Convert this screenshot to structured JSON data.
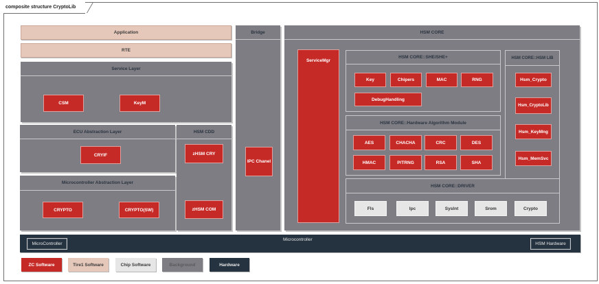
{
  "frame_title": "composite structure CryptoLib",
  "left_stack": {
    "application": "Application",
    "rte": "RTE",
    "service_layer": {
      "title": "Service Layer",
      "modules": [
        "CSM",
        "KeyM"
      ]
    },
    "ecu_abstraction": {
      "title": "ECU Abstraction Layer",
      "modules": [
        "CRYIF"
      ]
    },
    "mcal": {
      "title": "Microcontroller Abstraction Layer",
      "modules": [
        "CRYPTO",
        "CRYPTO(SW)"
      ]
    },
    "hsm_cdd": {
      "title": "HSM CDD",
      "modules": [
        "zHSM CRY",
        "zHSM COM"
      ]
    }
  },
  "bridge": {
    "title": "Bridge",
    "modules": [
      "IPC Chanel"
    ]
  },
  "hsm_core": {
    "title": "HSM CORE",
    "service_mgr": "ServiceMgr",
    "she": {
      "title": "HSM CORE::SHE/SHE+",
      "modules": [
        "Key",
        "Chipers",
        "MAC",
        "RNG",
        "DebugHandling"
      ]
    },
    "ham": {
      "title": "HSM CORE::Hardware Algorithm Module",
      "modules": [
        "AES",
        "CHACHA",
        "CRC",
        "DES",
        "HMAC",
        "P/TRNG",
        "RSA",
        "SHA"
      ]
    },
    "hsm_lib": {
      "title": "HSM CORE::HSM LIB",
      "modules": [
        "Hsm_Crypto",
        "Hsm_CryptoLib",
        "Hsm_KeyMng",
        "Hsm_MemSvc"
      ]
    },
    "driver": {
      "title": "HSM CORE::DRIVER",
      "modules": [
        "Fls",
        "Ipc",
        "SysInt",
        "Srom",
        "Crypto"
      ]
    }
  },
  "hardware_bar": {
    "label": "Microcontroller",
    "left_box": "MicroController",
    "right_box": "HSM Hardware"
  },
  "legend": [
    {
      "label": "ZC Software",
      "color": "#c62a27",
      "text_color": "#ffffff"
    },
    {
      "label": "Tire1 Software",
      "color": "#e6c8bb",
      "text_color": "#3a3a3a"
    },
    {
      "label": "Chip Software",
      "color": "#e6e6e6",
      "text_color": "#3a3a3a"
    },
    {
      "label": "Background",
      "color": "#7e7d83",
      "text_color": "#5a5a5e"
    },
    {
      "label": "Hardware",
      "color": "#253340",
      "text_color": "#e8e8e8"
    }
  ]
}
